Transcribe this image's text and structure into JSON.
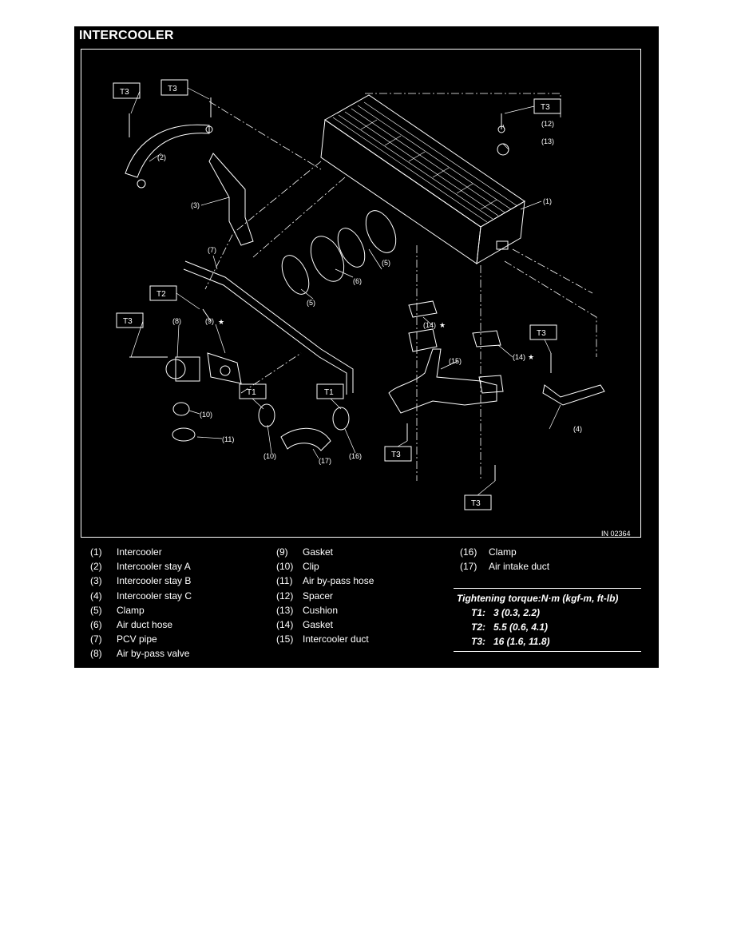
{
  "title": "INTERCOOLER",
  "figure_id": "IN 02364",
  "callouts": {
    "c1": "(1)",
    "c2": "(2)",
    "c3": "(3)",
    "c4": "(4)",
    "c5a": "(5)",
    "c5b": "(5)",
    "c6": "(6)",
    "c7": "(7)",
    "c8": "(8)",
    "c9": "(9)",
    "c10a": "(10)",
    "c10b": "(10)",
    "c11": "(11)",
    "c12": "(12)",
    "c13": "(13)",
    "c14a": "(14)",
    "c14b": "(14)",
    "c15": "(15)",
    "c16": "(16)",
    "c17": "(17)",
    "star": "★"
  },
  "torque_labels": {
    "t1": "T1",
    "t2": "T2",
    "t3": "T3"
  },
  "legend": [
    {
      "num": "(1)",
      "name": "Intercooler"
    },
    {
      "num": "(2)",
      "name": "Intercooler stay A"
    },
    {
      "num": "(3)",
      "name": "Intercooler stay B"
    },
    {
      "num": "(4)",
      "name": "Intercooler stay C"
    },
    {
      "num": "(5)",
      "name": "Clamp"
    },
    {
      "num": "(6)",
      "name": "Air duct hose"
    },
    {
      "num": "(7)",
      "name": "PCV pipe"
    },
    {
      "num": "(8)",
      "name": "Air by-pass valve"
    },
    {
      "num": "(9)",
      "name": "Gasket"
    },
    {
      "num": "(10)",
      "name": "Clip"
    },
    {
      "num": "(11)",
      "name": "Air by-pass hose"
    },
    {
      "num": "(12)",
      "name": "Spacer"
    },
    {
      "num": "(13)",
      "name": "Cushion"
    },
    {
      "num": "(14)",
      "name": "Gasket"
    },
    {
      "num": "(15)",
      "name": "Intercooler duct"
    },
    {
      "num": "(16)",
      "name": "Clamp"
    },
    {
      "num": "(17)",
      "name": "Air intake duct"
    }
  ],
  "torque": {
    "title": "Tightening torque:N·m (kgf-m, ft-lb)",
    "rows": [
      {
        "key": "T1:",
        "value": "3 (0.3, 2.2)"
      },
      {
        "key": "T2:",
        "value": "5.5 (0.6, 4.1)"
      },
      {
        "key": "T3:",
        "value": "16 (1.6, 11.8)"
      }
    ]
  }
}
